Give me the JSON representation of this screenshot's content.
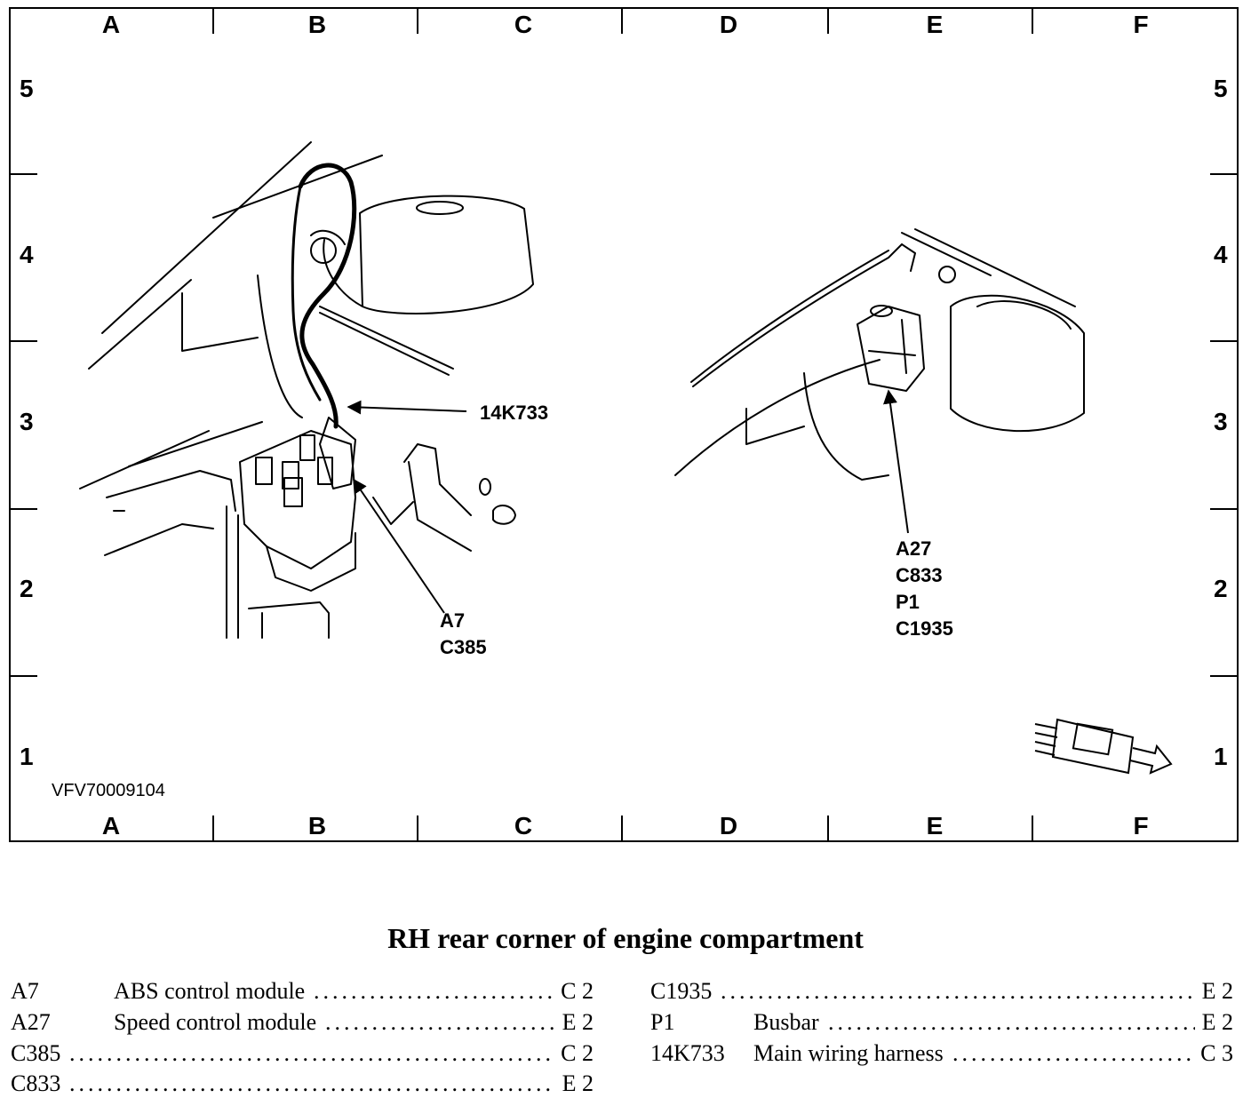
{
  "grid": {
    "columns": [
      "A",
      "B",
      "C",
      "D",
      "E",
      "F"
    ],
    "rows": [
      "5",
      "4",
      "3",
      "2",
      "1"
    ]
  },
  "figure_id": "VFV70009104",
  "callouts": {
    "harness": "14K733",
    "left_lines": [
      "A7",
      "C385"
    ],
    "right_lines": [
      "A27",
      "C833",
      "P1",
      "C1935"
    ]
  },
  "title": "RH rear corner of engine compartment",
  "legend": {
    "left": [
      {
        "code": "A7",
        "desc": "ABS control module",
        "loc": "C 2"
      },
      {
        "code": "A27",
        "desc": "Speed control module",
        "loc": "E 2"
      },
      {
        "code": "C385",
        "desc": "",
        "loc": "C 2"
      },
      {
        "code": "C833",
        "desc": "",
        "loc": "E 2"
      }
    ],
    "right": [
      {
        "code": "C1935",
        "desc": "",
        "loc": "E 2"
      },
      {
        "code": "P1",
        "desc": "Busbar",
        "loc": "E 2"
      },
      {
        "code": "14K733",
        "desc": "Main wiring harness",
        "loc": "C 3"
      }
    ]
  }
}
